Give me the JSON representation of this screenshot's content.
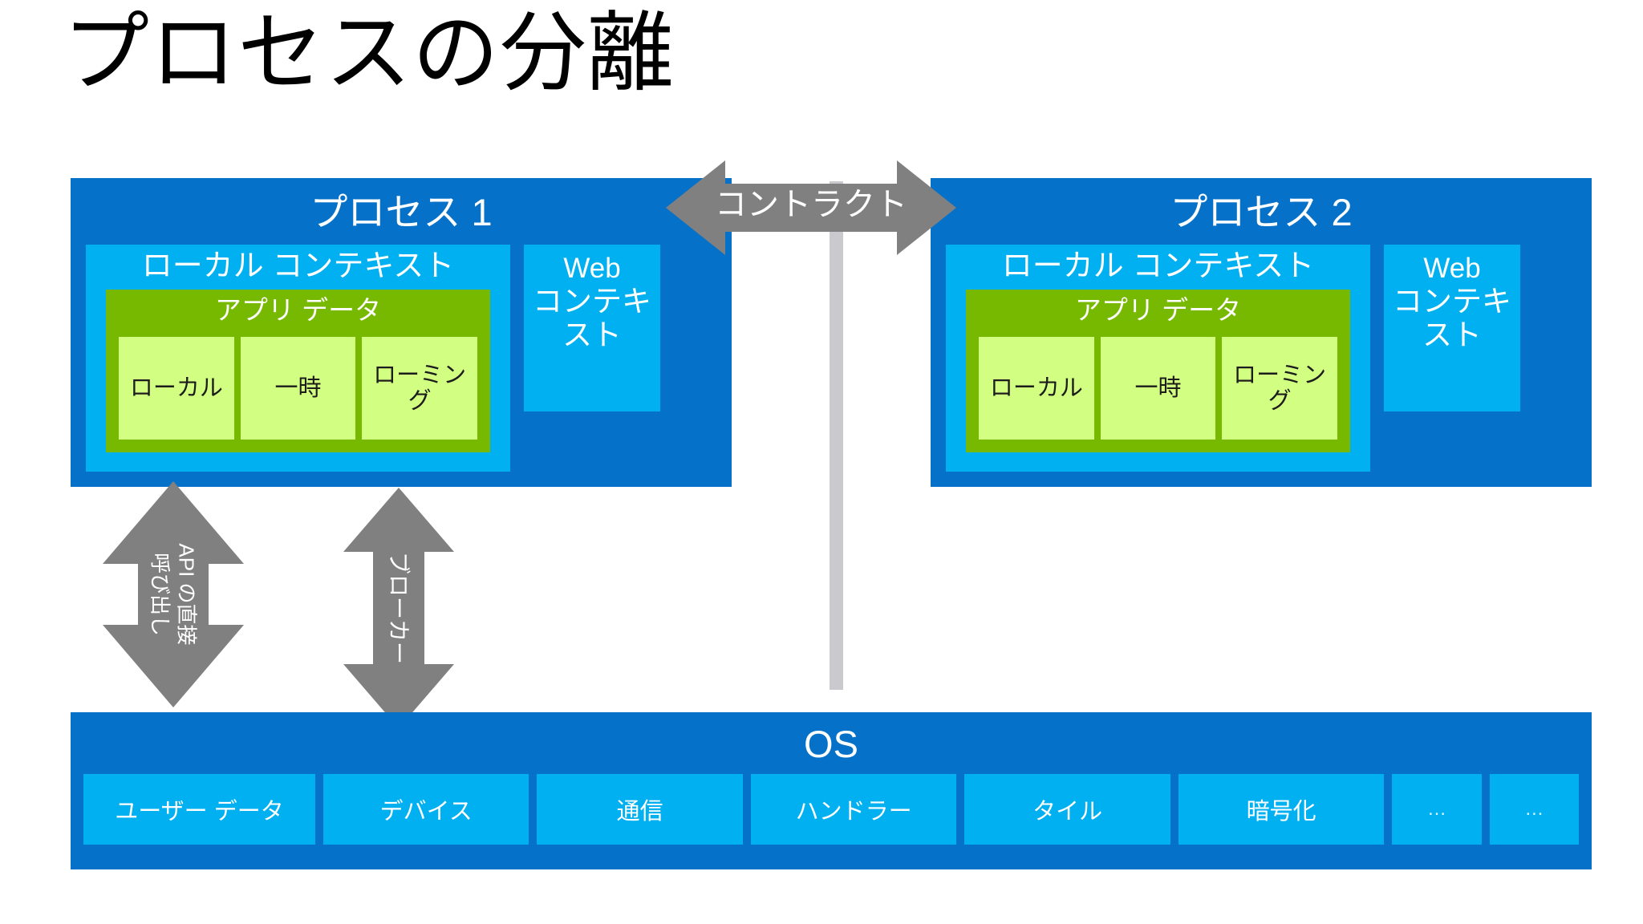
{
  "slide": {
    "title": "プロセスの分離",
    "background": "#FFFFFF"
  },
  "colors": {
    "process_blue": "#0571C8",
    "context_cyan": "#00B0F0",
    "appdata_green": "#76B900",
    "tile_green": "#D2FF82",
    "arrow_gray": "#808080",
    "divider_gray": "#C9C9CE",
    "title_black": "#000000"
  },
  "processes": [
    {
      "title": "プロセス 1",
      "local_context": {
        "title": "ローカル コンテキスト",
        "appdata": {
          "title": "アプリ データ",
          "tiles": [
            "ローカル",
            "一時",
            "ローミング"
          ]
        }
      },
      "web_context": {
        "line1": "Web",
        "line2": "コンテキスト"
      }
    },
    {
      "title": "プロセス 2",
      "local_context": {
        "title": "ローカル コンテキスト",
        "appdata": {
          "title": "アプリ データ",
          "tiles": [
            "ローカル",
            "一時",
            "ローミング"
          ]
        }
      },
      "web_context": {
        "line1": "Web",
        "line2": "コンテキスト"
      }
    }
  ],
  "contract_arrow": {
    "label": "コントラクト",
    "direction": "double-horizontal"
  },
  "vertical_arrows": [
    {
      "name": "api-direct-call",
      "label_line1": "API の直接",
      "label_line2": "呼び出し",
      "direction": "double-vertical"
    },
    {
      "name": "broker",
      "label_line1": "ブローカー",
      "label_line2": "",
      "direction": "double-vertical"
    }
  ],
  "os": {
    "title": "OS",
    "tiles": [
      {
        "label": "ユーザー データ",
        "size": "wide"
      },
      {
        "label": "デバイス",
        "size": "norm"
      },
      {
        "label": "通信",
        "size": "norm"
      },
      {
        "label": "ハンドラー",
        "size": "norm"
      },
      {
        "label": "タイル",
        "size": "norm"
      },
      {
        "label": "暗号化",
        "size": "norm"
      },
      {
        "label": "…",
        "size": "dots"
      },
      {
        "label": "…",
        "size": "dots"
      }
    ]
  }
}
